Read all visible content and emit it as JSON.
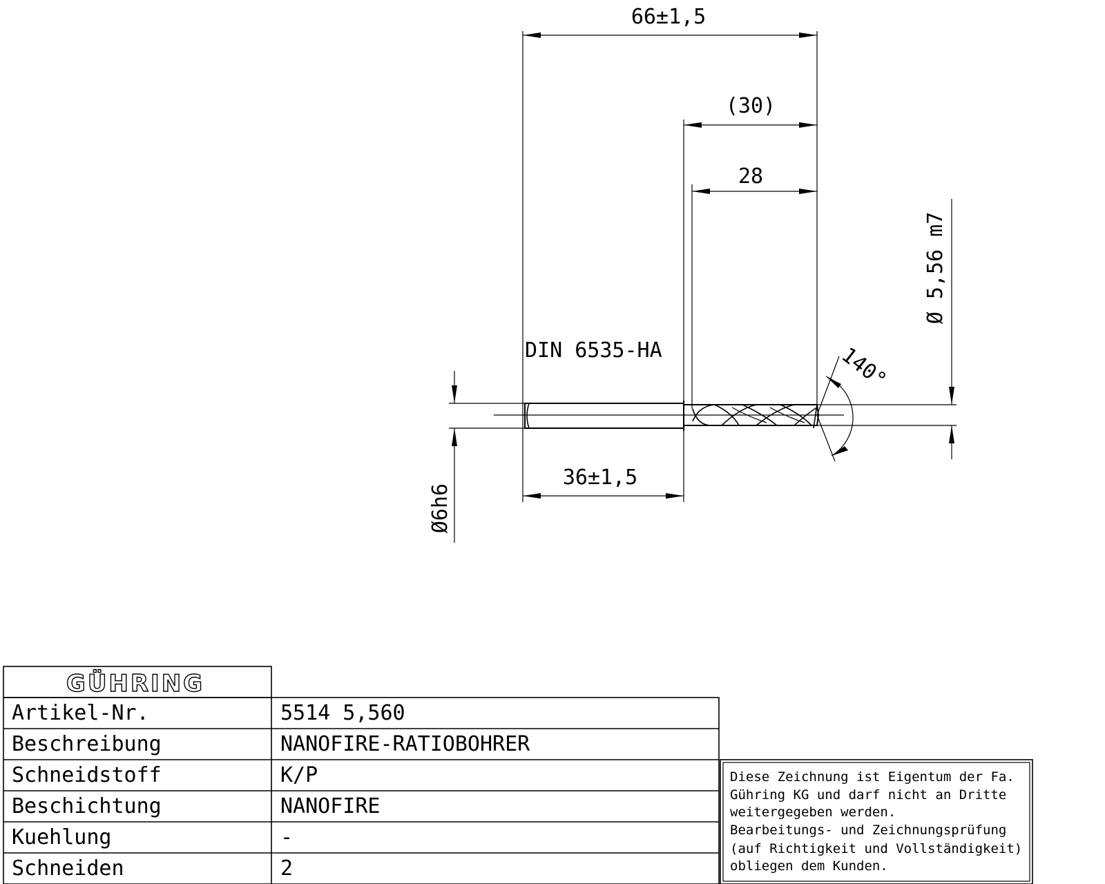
{
  "drawing": {
    "standard": "DIN 6535-HA",
    "angle": "140°"
  },
  "dimensions": {
    "overall_length": "66±1,5",
    "flute_length_ref": "(30)",
    "flute_length": "28",
    "shank_length": "36±1,5",
    "shank_diameter": "Ø6h6",
    "cutting_diameter": "Ø 5,56 m7"
  },
  "title_block": {
    "logo": "GÜHRING",
    "rows": [
      {
        "label": "Artikel-Nr.",
        "value": "5514 5,560"
      },
      {
        "label": "Beschreibung",
        "value": "NANOFIRE-RATIOBOHRER"
      },
      {
        "label": "Schneidstoff",
        "value": "K/P"
      },
      {
        "label": "Beschichtung",
        "value": "NANOFIRE"
      },
      {
        "label": "Kuehlung",
        "value": "-"
      },
      {
        "label": "Schneiden",
        "value": "2"
      }
    ]
  },
  "notice": {
    "lines": [
      "Diese Zeichnung ist Eigentum der Fa.",
      "Gühring KG und darf nicht an Dritte",
      "weitergegeben werden.",
      "Bearbeitungs- und Zeichnungsprüfung",
      "(auf Richtigkeit und Vollständigkeit)",
      "obliegen dem Kunden."
    ]
  }
}
